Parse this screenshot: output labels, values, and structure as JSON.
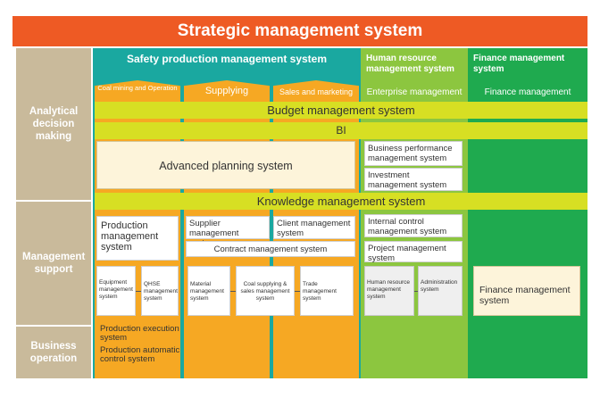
{
  "title": "Strategic management system",
  "rows": {
    "analytical": "Analytical decision making",
    "management": "Management support",
    "business": "Business operation"
  },
  "columns": {
    "safety": "Safety production management system",
    "hr": "Human resource management system",
    "finance": "Finance management system"
  },
  "tabs": {
    "coal": "Coal mining and Operation",
    "supplying": "Supplying",
    "sales": "Sales and marketing",
    "enterprise": "Enterprise management",
    "finmgmt": "Finance management"
  },
  "bars": {
    "budget": "Budget management system",
    "bi": "BI",
    "knowledge": "Knowledge management system"
  },
  "boxes": {
    "advanced": "Advanced planning system",
    "business_perf": "Business performance management system",
    "investment": "Investment management system",
    "production": "Production management system",
    "supplier": "Supplier management system",
    "client": "Client management system",
    "contract": "Contract management system",
    "internal": "Internal control management system",
    "project": "Project management system",
    "equipment": "Equipment management system",
    "qhse": "QHSE management system",
    "material": "Material management system",
    "coal_supply": "Coal supplying & sales management system",
    "trade": "Trade management system",
    "hr_mgmt": "Human resource management system",
    "admin": "Administration system",
    "finance_mgmt": "Finance management system",
    "prod_exec": "Production execution system",
    "prod_auto": "Production automatic control system"
  },
  "colors": {
    "header": "#ee5a24",
    "safety": "#1aa8a0",
    "hr": "#8cc63f",
    "finance": "#1faa4f",
    "orange": "#f6a823",
    "lime": "#d7df23",
    "row_label": "#c9ba9b"
  }
}
